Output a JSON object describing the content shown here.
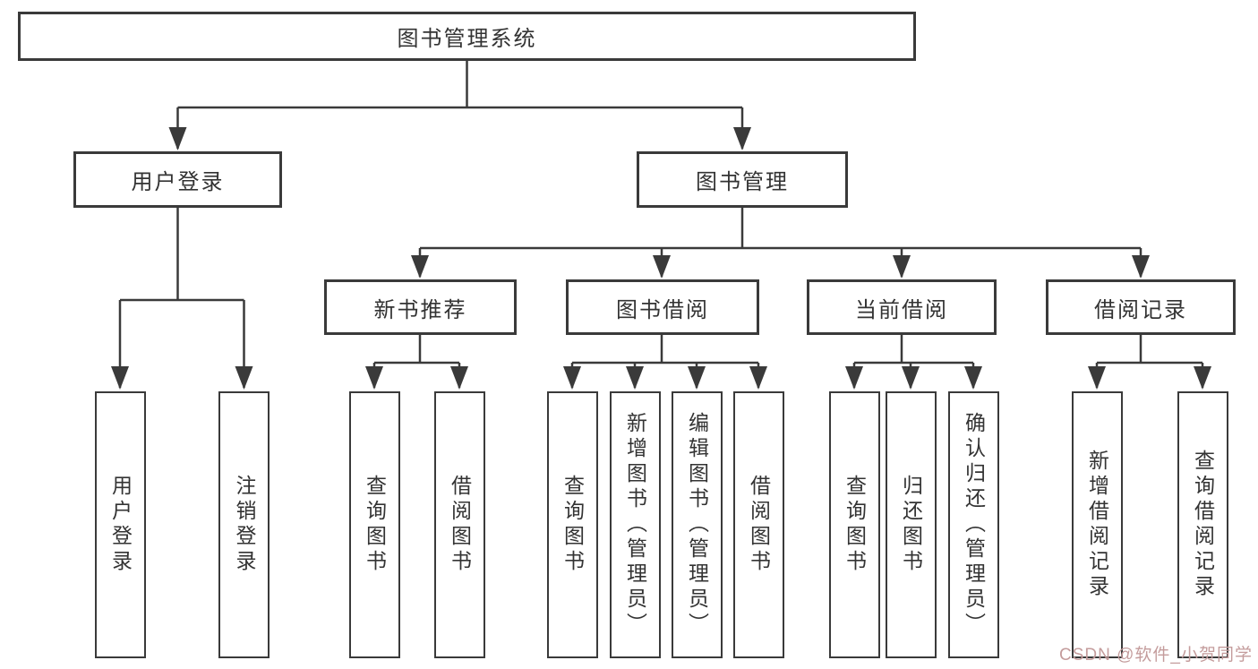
{
  "diagram": {
    "root": {
      "label": "图书管理系统"
    },
    "level2": {
      "user_login": {
        "label": "用户登录"
      },
      "book_mgmt": {
        "label": "图书管理"
      }
    },
    "level3": {
      "new_book_recommend": {
        "label": "新书推荐"
      },
      "book_borrow": {
        "label": "图书借阅"
      },
      "current_borrow": {
        "label": "当前借阅"
      },
      "borrow_record": {
        "label": "借阅记录"
      }
    },
    "leaves": {
      "user_login": [
        "用户登录",
        "注销登录"
      ],
      "new_book_recommend": [
        "查询图书",
        "借阅图书"
      ],
      "book_borrow": [
        "查询图书",
        "新增图书（管理员）",
        "编辑图书（管理员）",
        "借阅图书"
      ],
      "current_borrow": [
        "查询图书",
        "归还图书",
        "确认归还（管理员）"
      ],
      "borrow_record": [
        "新增借阅记录",
        "查询借阅记录"
      ]
    }
  },
  "colors": {
    "line": "#3a3a3a",
    "text": "#333333",
    "background": "#ffffff",
    "watermark": "#c49c9c"
  },
  "watermark": {
    "text": "CSDN @软件_小贺同学"
  }
}
